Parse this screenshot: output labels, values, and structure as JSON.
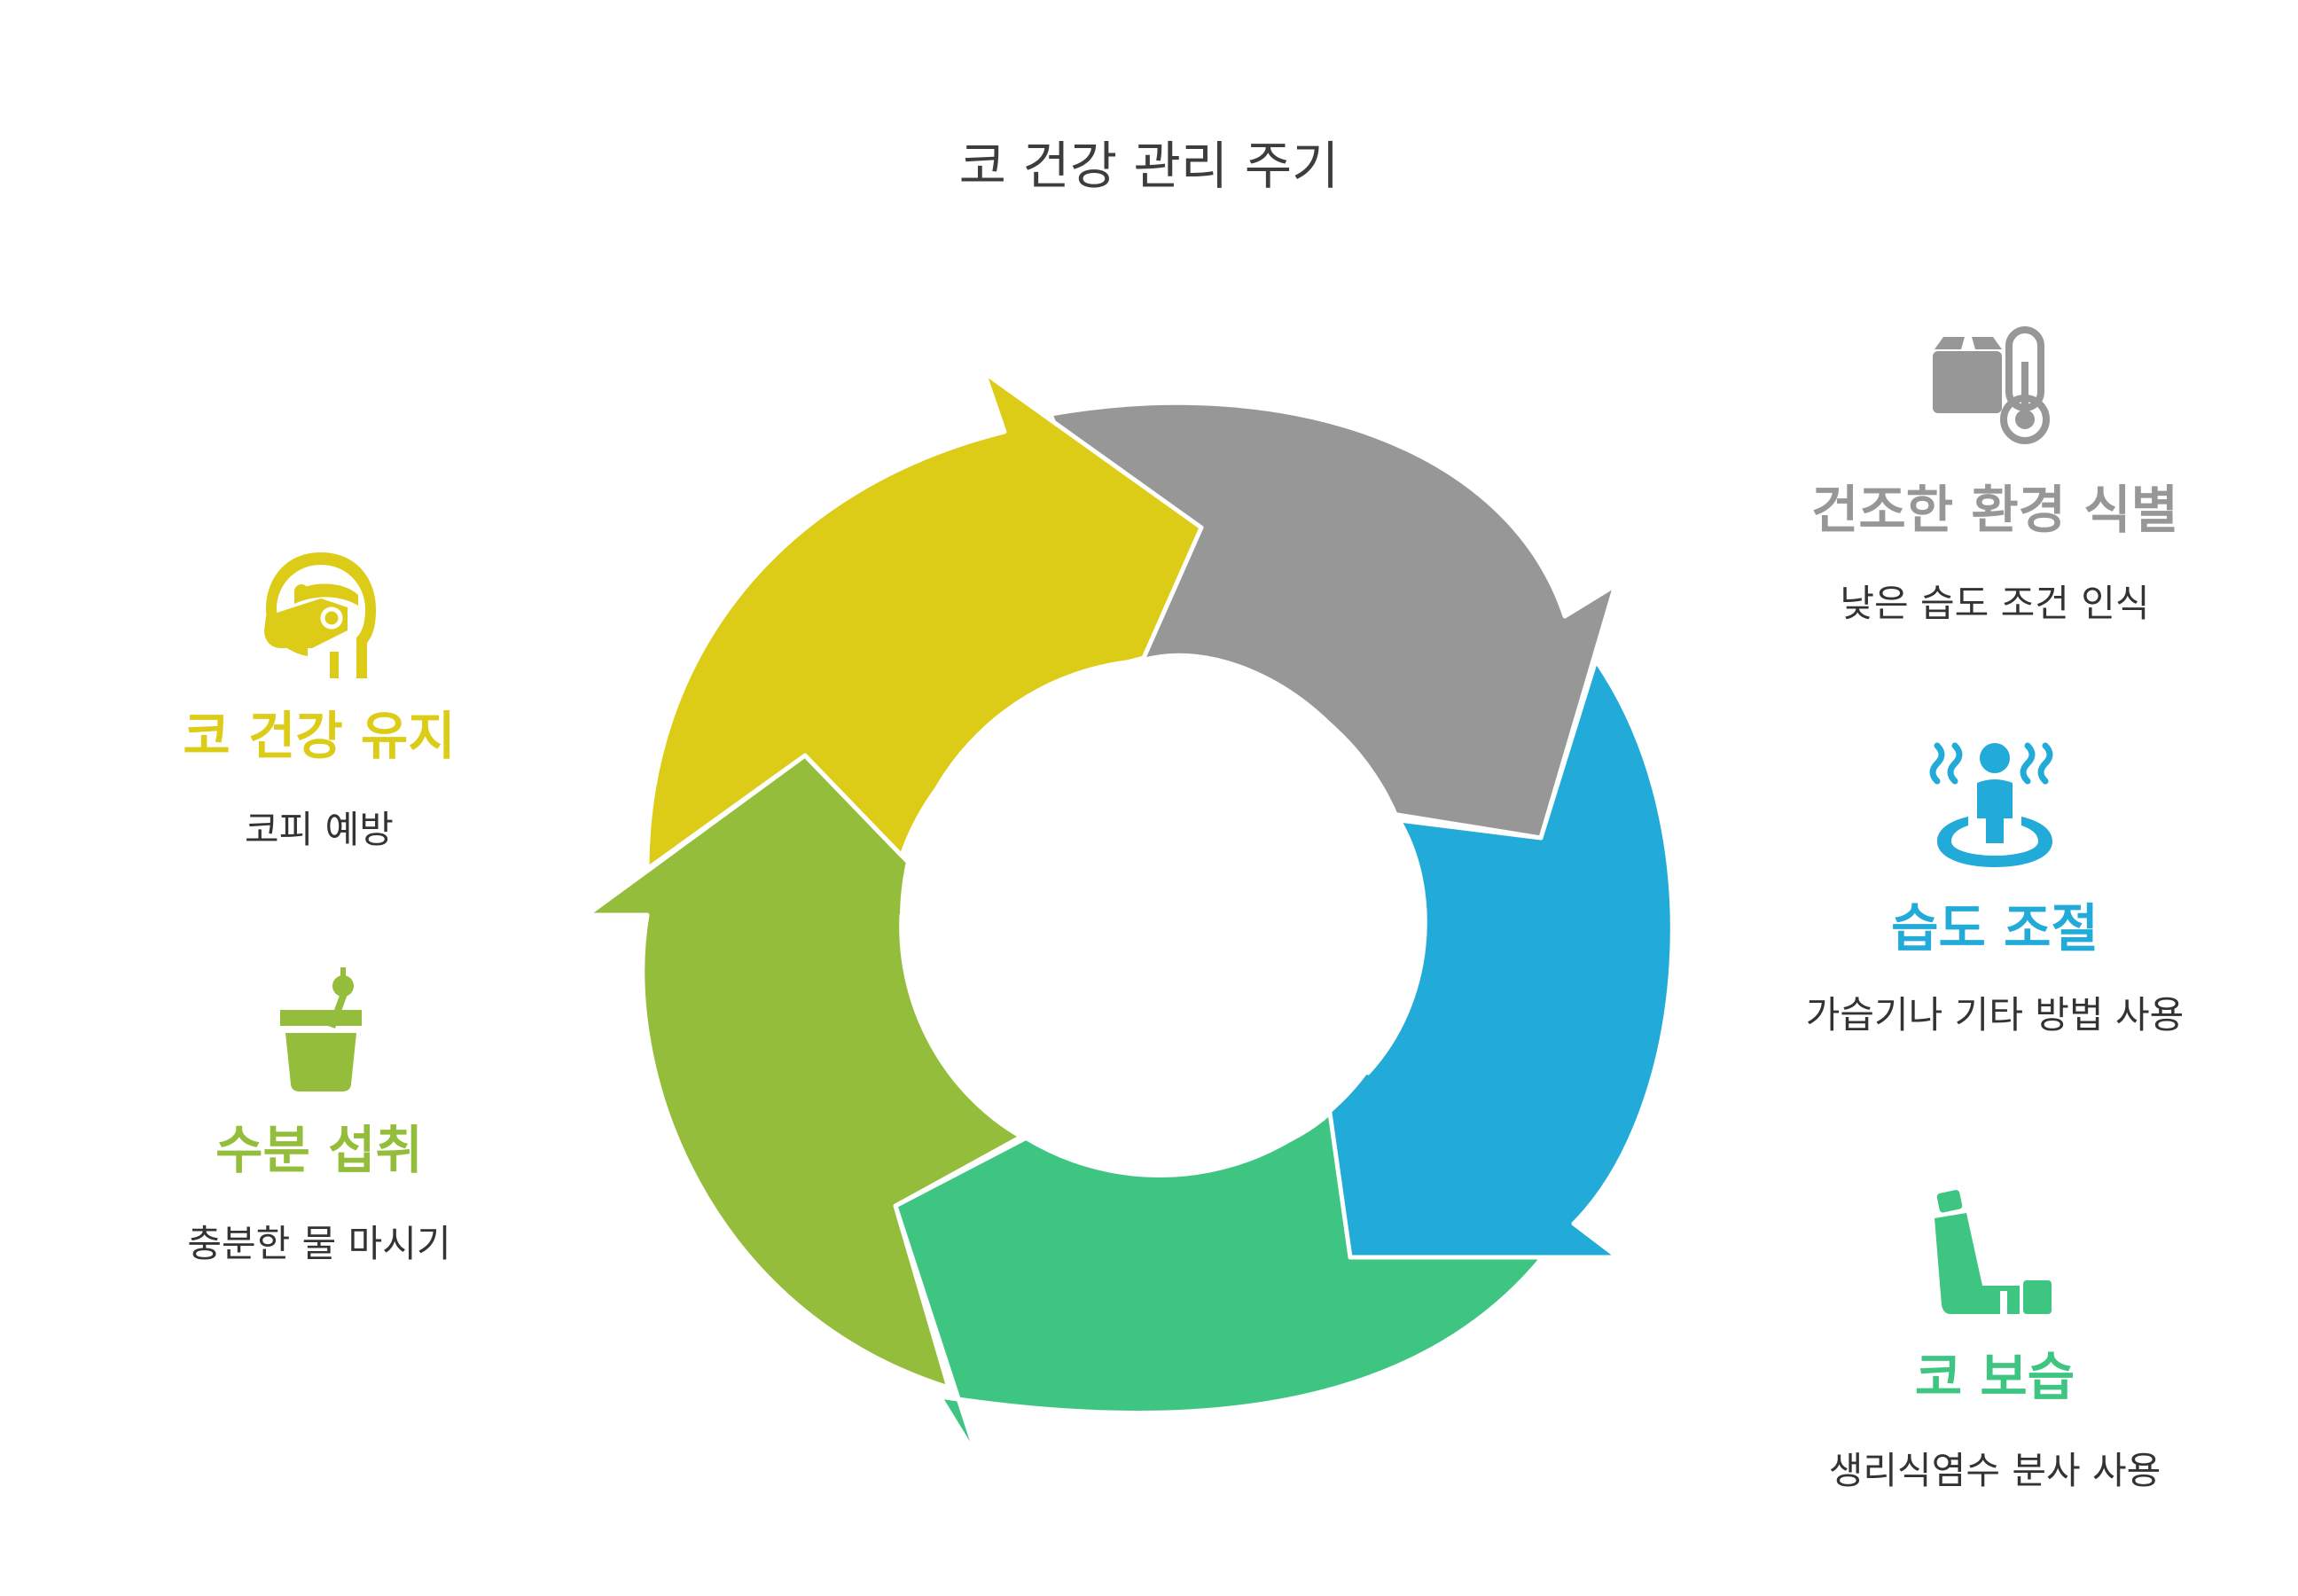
{
  "title": "코 건강 관리 주기",
  "colors": {
    "gray": "#979797",
    "blue": "#22aad9",
    "green": "#3fc582",
    "lime": "#94bd3b",
    "yellow": "#dccc17"
  },
  "steps": [
    {
      "id": "identify",
      "title": "건조한 환경 식별",
      "desc": "낮은 습도 조건 인식",
      "icon": "box-thermometer-icon",
      "color": "gray"
    },
    {
      "id": "humidity",
      "title": "습도 조절",
      "desc": "가습기나 기타 방법 사용",
      "icon": "person-steam-icon",
      "color": "blue"
    },
    {
      "id": "moisturize",
      "title": "코 보습",
      "desc": "생리식염수 분사 사용",
      "icon": "nasal-spray-icon",
      "color": "green"
    },
    {
      "id": "hydrate",
      "title": "수분 섭취",
      "desc": "충분한 물 마시기",
      "icon": "drink-cup-icon",
      "color": "lime"
    },
    {
      "id": "maintain",
      "title": "코 건강 유지",
      "desc": "코피 예방",
      "icon": "helmet-mask-icon",
      "color": "yellow"
    }
  ]
}
